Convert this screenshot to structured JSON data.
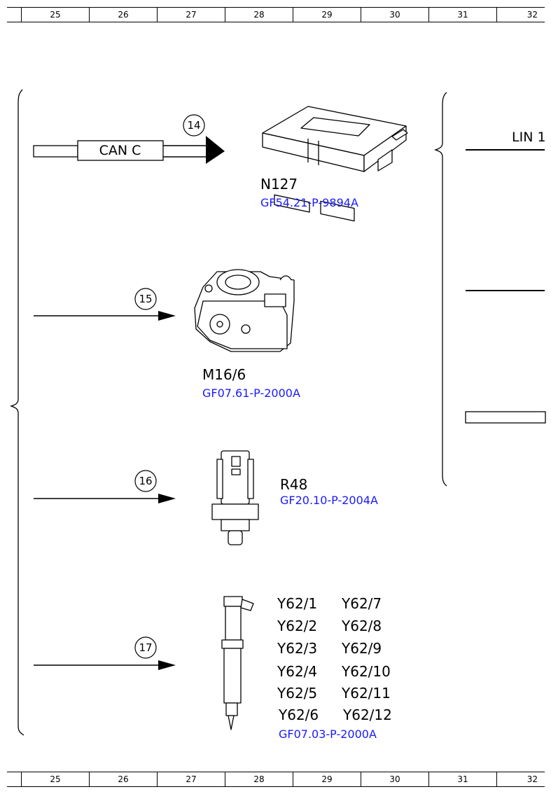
{
  "ruler": [
    "25",
    "26",
    "27",
    "28",
    "29",
    "30",
    "31",
    "32"
  ],
  "connectors": {
    "can": "CAN C",
    "lin": "LIN 1"
  },
  "callouts": [
    "14",
    "15",
    "16",
    "17"
  ],
  "components": {
    "n127": {
      "label": "N127",
      "ref": "GF54.21-P-9894A"
    },
    "m16": {
      "label": "M16/6",
      "ref": "GF07.61-P-2000A"
    },
    "r48": {
      "label": "R48",
      "ref": "GF20.10-P-2004A"
    },
    "y62": {
      "col1": [
        "Y62/1",
        "Y62/2",
        "Y62/3",
        "Y62/4",
        "Y62/5",
        "Y62/6"
      ],
      "col2": [
        "Y62/7",
        "Y62/8",
        "Y62/9",
        "Y62/10",
        "Y62/11",
        "Y62/12"
      ],
      "ref": "GF07.03-P-2000A"
    }
  }
}
